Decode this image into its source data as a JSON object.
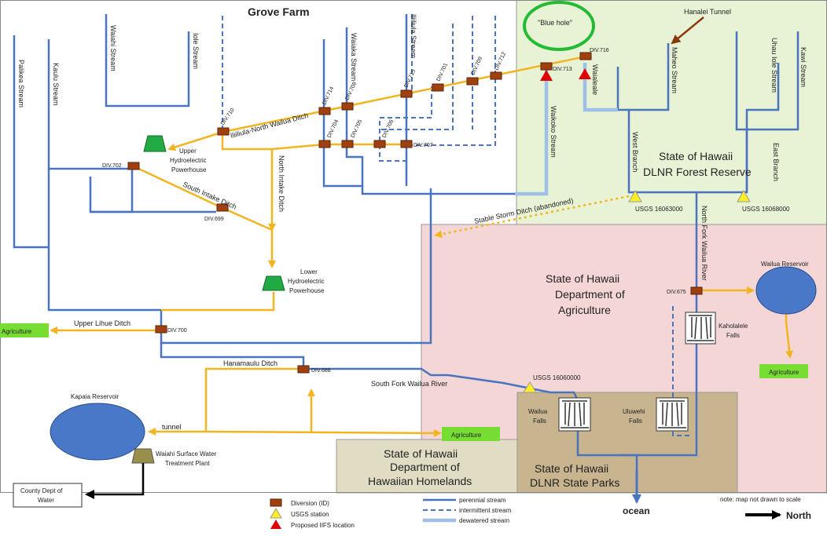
{
  "regions": {
    "grove_farm": "Grove Farm",
    "forest_reserve": [
      "State of Hawaii",
      "DLNR Forest Reserve"
    ],
    "agriculture_dept": [
      "State of Hawaii",
      "Department of",
      "Agriculture"
    ],
    "homelands": [
      "State of Hawaii",
      "Department of",
      "Hawaiian Homelands"
    ],
    "state_parks": [
      "State of Hawaii",
      "DLNR State Parks"
    ],
    "blue_hole": "\"Blue hole\""
  },
  "streams": {
    "palikea": "Palikea Stream",
    "kaulu": "Kaulu Stream",
    "waiahi": "Waiahi Stream",
    "iole": "Iole Stream",
    "waiaka": "Waiaka Stream",
    "iliiliula": "Iliiliula Stream",
    "waikoko": "Waikoko Stream",
    "waialeale": "Waialeale",
    "maheo": "Maheo Stream",
    "uhau_iole": "Uhau Iole Stream",
    "kawi": "Kawi Stream",
    "west_branch": "West Branch",
    "east_branch": "East Branch",
    "north_fork": "North Fork Wailua River",
    "south_fork": "South Fork Wailua River",
    "hanalei_tunnel": "Hanalei Tunnel"
  },
  "ditches": {
    "iliiliula_north_wailua": "Iliiliula-North Wailua Ditch",
    "south_intake": "South Intake Ditch",
    "north_intake": "North Intake Ditch",
    "upper_lihue": "Upper Lihue Ditch",
    "hanamaulu": "Hanamaulu Ditch",
    "stable_storm": "Stable Storm Ditch (abandoned)",
    "tunnel": "tunnel"
  },
  "diversions": {
    "d710": "DIV.710",
    "d714": "DIV.714",
    "d708": "DIV.708",
    "d715": "DIV.715",
    "d701": "DIV.701",
    "d709": "DIV.709",
    "d712": "DIV.712",
    "d716": "DIV.716",
    "d713": "DIV.713",
    "d702": "DIV.702",
    "d704": "DIV.704",
    "d705": "DIV.705",
    "d706": "DIV.706",
    "d707": "DIV.707",
    "d699": "DIV.699",
    "d700": "DIV.700",
    "d688": "DIV.688",
    "d675": "DIV.675"
  },
  "stations": {
    "s16063000": "USGS 16063000",
    "s16068000": "USGS 16068000",
    "s16060000": "USGS 16060000"
  },
  "facilities": {
    "upper_power": [
      "Upper",
      "Hydroelectric",
      "Powerhouse"
    ],
    "lower_power": [
      "Lower",
      "Hydroelectric",
      "Powerhouse"
    ],
    "kapaia": "Kapaia Reservoir",
    "wailua_res": "Wailua Reservoir",
    "treatment": [
      "Waiahi Surface Water",
      "Treatment Plant"
    ],
    "county": [
      "County Dept of",
      "Water"
    ],
    "ag_left": "Agriculture",
    "ag_mid": "Agriculture",
    "ag_right": "Agriculture"
  },
  "falls": {
    "kaholalele": [
      "Kaholalele",
      "Falls"
    ],
    "wailua": [
      "Wailua",
      "Falls"
    ],
    "uluwehi": [
      "Uluwehi",
      "Falls"
    ]
  },
  "ocean": "ocean",
  "legend": {
    "diversion": "Diversion (ID)",
    "usgs": "USGS station",
    "iifs": "Proposed IIFS location",
    "perennial": "perennial stream",
    "intermittent": "intermittent stream",
    "dewatered": "dewatered stream"
  },
  "note": "note: map not drawn to scale",
  "north": "North",
  "colors": {
    "stream": "#4a73c0",
    "dewatered": "#9ec0e6",
    "ditch": "#f2b520",
    "diversion": "#a0400f",
    "usgs": "#ffee22",
    "iifs": "#e00000",
    "forest": "#e7f3d4",
    "ag": "#f4d6d6",
    "homelands": "#e0ddc4",
    "parks": "#c8b48e",
    "agri_box": "#77dd33",
    "power": "#22aa44",
    "reservoir": "#4a78c8",
    "blue_hole_ring": "#22bb33"
  }
}
